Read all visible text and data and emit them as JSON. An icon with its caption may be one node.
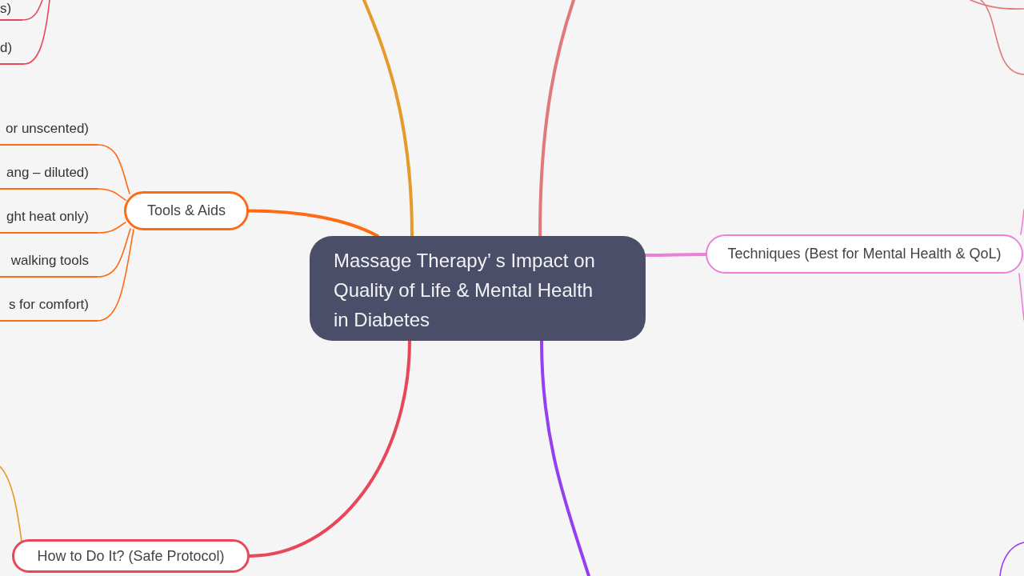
{
  "diagram": {
    "nodes": [
      {
        "text": [
          "Massage Therapy’ s Impact on Quality of Life & Mental Health in Diabetes"
        ]
      },
      {
        "text": [
          "s)"
        ]
      },
      {
        "text": [
          "d)"
        ]
      },
      {
        "text": [
          "Tools & Aids"
        ]
      },
      {
        "text": [
          "or unscented)"
        ]
      },
      {
        "text": [
          "ang – diluted)"
        ]
      },
      {
        "text": [
          "ght heat only)"
        ]
      },
      {
        "text": [
          "walking tools"
        ]
      },
      {
        "text": [
          "s for comfort)"
        ]
      },
      {
        "text": [
          "How to Do It? (Safe Protocol)"
        ]
      },
      {
        "text": [
          "Techniques (Best for Mental Health & QoL)"
        ]
      }
    ],
    "edges": [
      {
        "from": null,
        "to": 1,
        "arrow": "none",
        "color": "#e8475a"
      },
      {
        "from": null,
        "to": 2,
        "arrow": "none",
        "color": "#e8475a"
      },
      {
        "from": 0,
        "to": null,
        "arrow": "none",
        "style": "thick",
        "color": "#e59a2a"
      },
      {
        "from": 0,
        "to": null,
        "arrow": "none",
        "style": "thick",
        "color": "#e07a7a"
      },
      {
        "from": 0,
        "to": 3,
        "arrow": "none",
        "style": "thick"
      },
      {
        "from": 3,
        "to": 4,
        "arrow": "none"
      },
      {
        "from": 3,
        "to": 5,
        "arrow": "none"
      },
      {
        "from": 3,
        "to": 6,
        "arrow": "none"
      },
      {
        "from": 3,
        "to": 7,
        "arrow": "none"
      },
      {
        "from": 3,
        "to": 8,
        "arrow": "none"
      },
      {
        "from": 0,
        "to": 10,
        "arrow": "none",
        "style": "thick",
        "color": "#ec7fd6"
      },
      {
        "from": 10,
        "to": null,
        "arrow": "none",
        "color": "#ec7fd6"
      },
      {
        "from": 10,
        "to": null,
        "arrow": "none",
        "color": "#ec7fd6"
      },
      {
        "from": 0,
        "to": 9,
        "arrow": "none",
        "style": "thick",
        "color": "#e8475a"
      },
      {
        "from": 0,
        "to": null,
        "arrow": "none",
        "style": "thick",
        "color": "#9540f0"
      }
    ]
  }
}
